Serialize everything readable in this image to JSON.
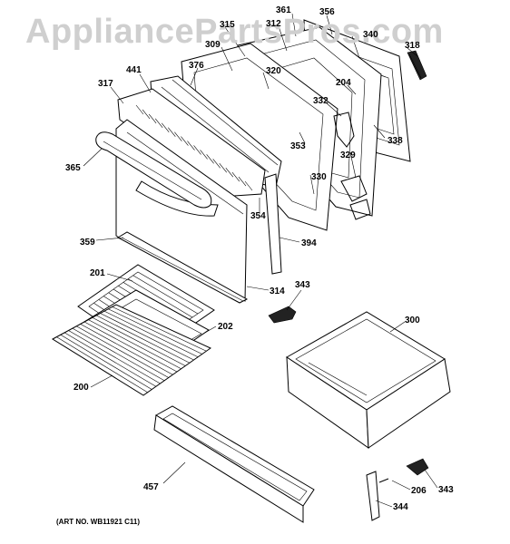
{
  "watermark": "AppliancePartsPros.com",
  "art_number": "(ART NO. WB11921 C11)",
  "callouts": {
    "p361": "361",
    "p356": "356",
    "p315": "315",
    "p312": "312",
    "p309": "309",
    "p340": "340",
    "p318": "318",
    "p441": "441",
    "p376": "376",
    "p320": "320",
    "p204": "204",
    "p317": "317",
    "p332": "332",
    "p353": "353",
    "p338": "338",
    "p365": "365",
    "p329": "329",
    "p330": "330",
    "p354": "354",
    "p359": "359",
    "p394": "394",
    "p201": "201",
    "p343a": "343",
    "p314": "314",
    "p300": "300",
    "p202": "202",
    "p200": "200",
    "p457": "457",
    "p206": "206",
    "p343b": "343",
    "p344": "344"
  }
}
